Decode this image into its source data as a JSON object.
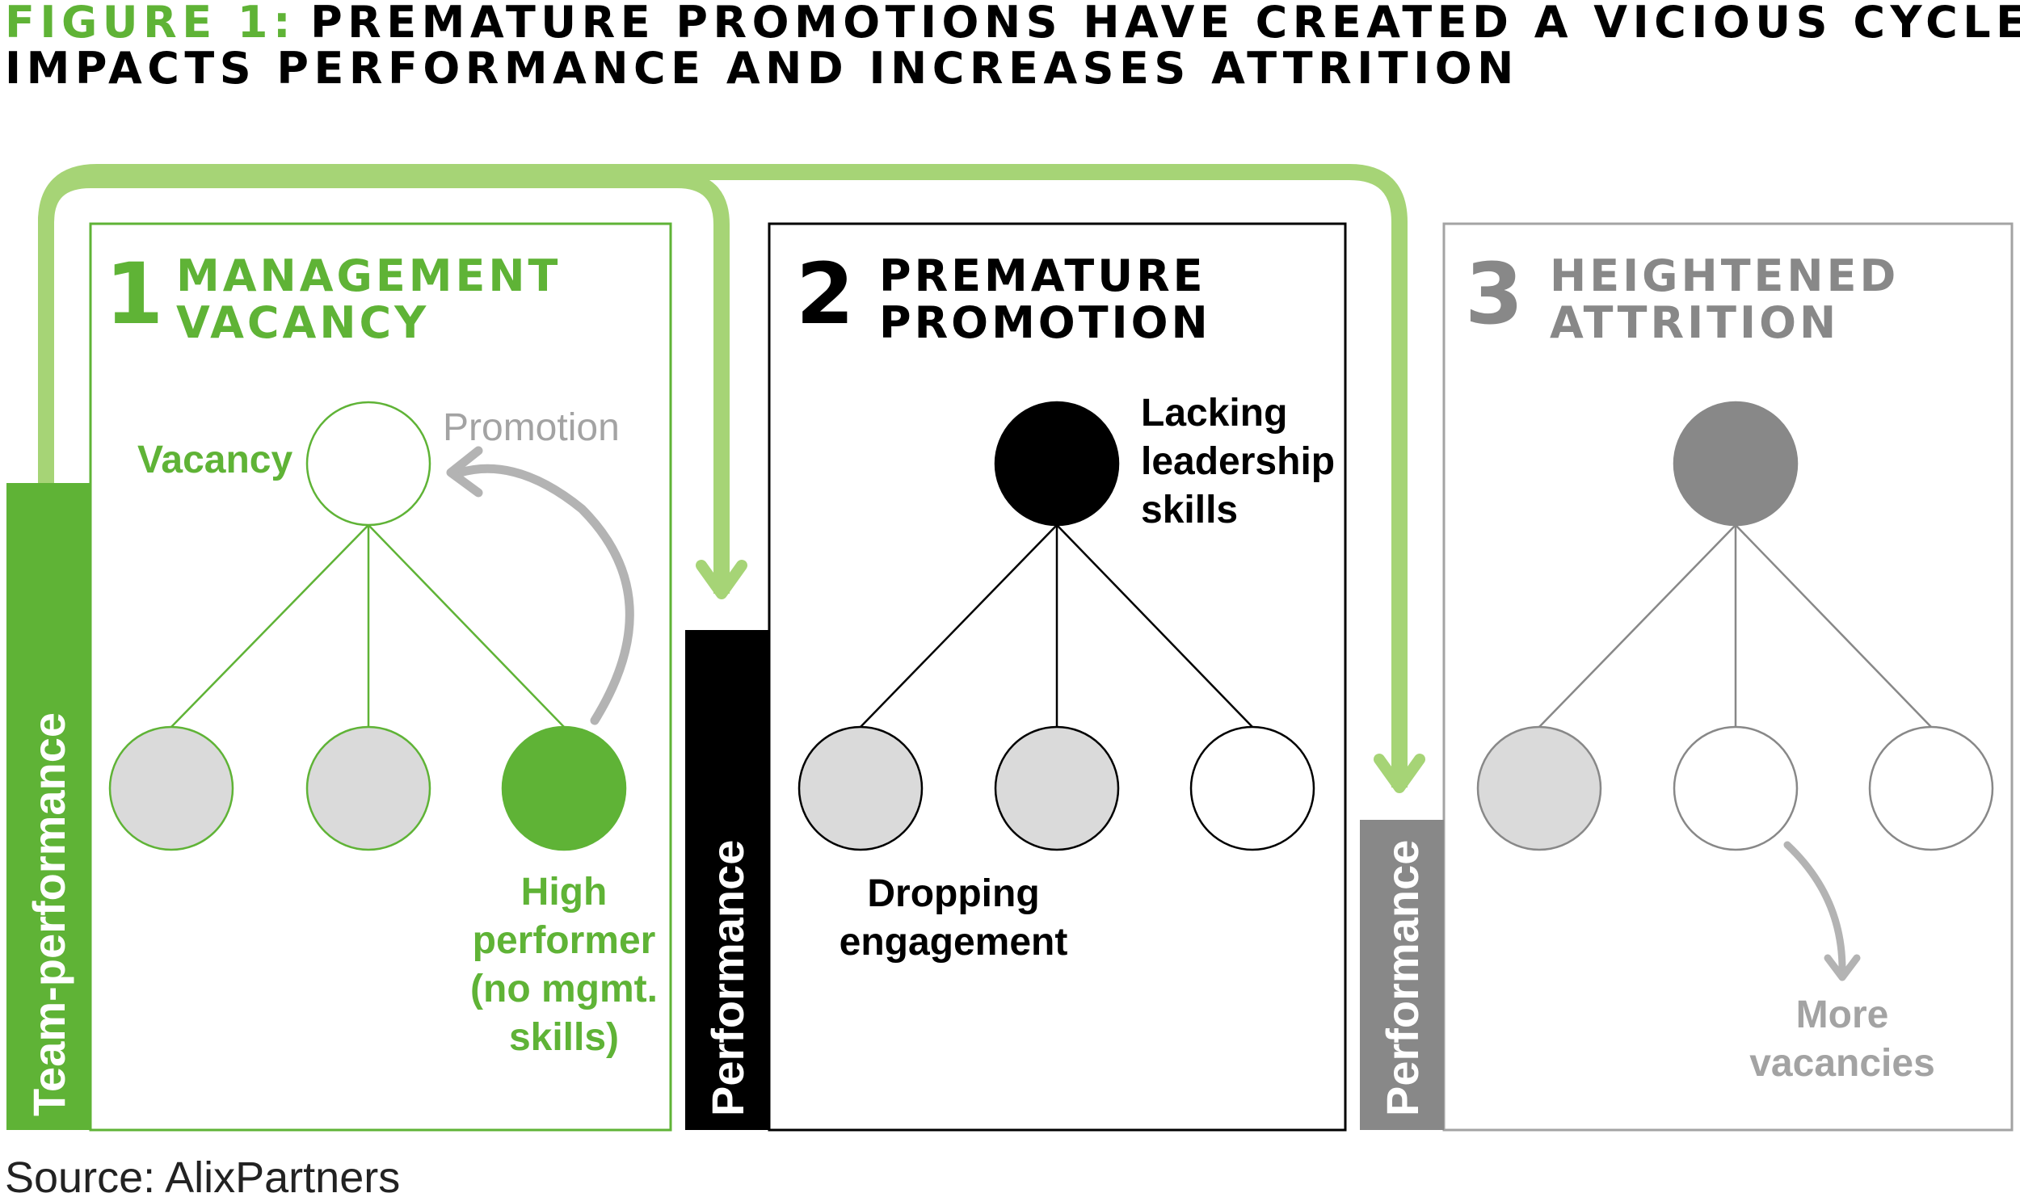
{
  "title": {
    "prefix": "FIGURE 1:",
    "line1": "PREMATURE PROMOTIONS HAVE CREATED A VICIOUS CYCLE THAT",
    "line2": "IMPACTS PERFORMANCE AND INCREASES ATTRITION"
  },
  "panels": [
    {
      "number": "1",
      "heading": [
        "MANAGEMENT",
        "VACANCY"
      ],
      "top_label": "Vacancy",
      "arc_label": "Promotion",
      "bottom_label": [
        "High",
        "performer",
        "(no mgmt.",
        "skills)"
      ],
      "side_bar": "Team-performance",
      "color": "#5fb336"
    },
    {
      "number": "2",
      "heading": [
        "PREMATURE",
        "PROMOTION"
      ],
      "top_label": [
        "Lacking",
        "leadership",
        "skills"
      ],
      "bottom_label": [
        "Dropping",
        "engagement"
      ],
      "side_bar": "Performance",
      "color": "#000000"
    },
    {
      "number": "3",
      "heading": [
        "HEIGHTENED",
        "ATTRITION"
      ],
      "bottom_label": [
        "More",
        "vacancies"
      ],
      "side_bar": "Performance",
      "color": "#888888"
    }
  ],
  "colors": {
    "green": "#5fb336",
    "light_green": "#a6d476",
    "node_gray": "#dadada",
    "arrow_gray": "#b3b3b3"
  },
  "source": "Source: AlixPartners"
}
